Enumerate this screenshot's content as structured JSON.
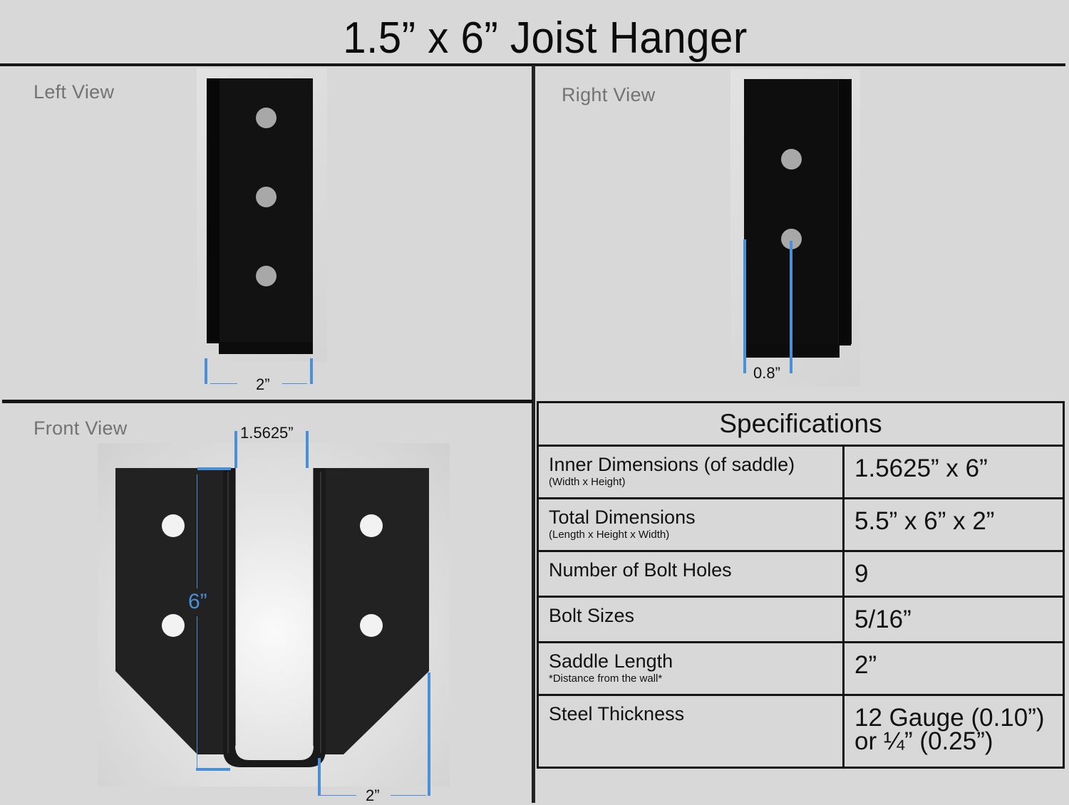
{
  "title": "1.5” x 6” Joist Hanger",
  "views": {
    "left": {
      "label": "Left View",
      "dimension": "2”",
      "holes": 3
    },
    "right": {
      "label": "Right View",
      "dimension": "0.8”",
      "holes": 2
    },
    "front": {
      "label": "Front View",
      "dimension_top": "1.5625”",
      "dimension_height": "6”",
      "dimension_bottom": "2”",
      "holes": 4
    }
  },
  "colors": {
    "background": "#d8d8d8",
    "steel": "#111111",
    "dimension_line": "#4a90d9",
    "label_gray": "#737373",
    "divider": "#161616"
  },
  "specifications": {
    "heading": "Specifications",
    "rows": [
      {
        "label": "Inner Dimensions (of saddle)",
        "sublabel": "(Width x Height)",
        "value": "1.5625” x 6”"
      },
      {
        "label": "Total Dimensions",
        "sublabel": "(Length x Height x Width)",
        "value": "5.5” x 6” x 2”"
      },
      {
        "label": "Number of Bolt Holes",
        "sublabel": "",
        "value": "9"
      },
      {
        "label": "Bolt Sizes",
        "sublabel": "",
        "value": "5/16”"
      },
      {
        "label": "Saddle Length",
        "sublabel": "*Distance from the wall*",
        "value": "2”"
      },
      {
        "label": "Steel Thickness",
        "sublabel": "",
        "value": "12 Gauge (0.10”)",
        "value_line2": "or ¼” (0.25”)"
      }
    ]
  }
}
